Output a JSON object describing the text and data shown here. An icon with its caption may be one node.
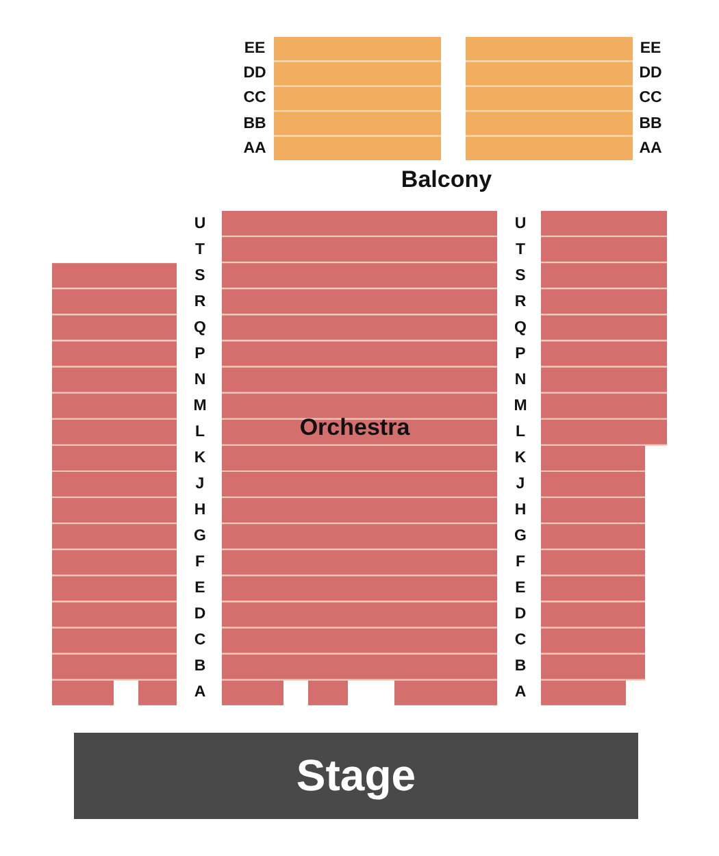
{
  "diagram": {
    "nodes": [
      {
        "text": [
          "Stage"
        ]
      }
    ],
    "edges": [],
    "labels": [
      "EE",
      "EE",
      "DD",
      "DD",
      "CC",
      "CC",
      "BB",
      "BB",
      "AA",
      "AA",
      "Balcony",
      "U",
      "U",
      "T",
      "T",
      "S",
      "S",
      "R",
      "R",
      "Q",
      "Q",
      "P",
      "P",
      "N",
      "N",
      "M",
      "M",
      "Orchestra",
      "L",
      "L",
      "K",
      "K",
      "J",
      "J",
      "H",
      "H",
      "G",
      "G",
      "F",
      "F",
      "E",
      "E",
      "D",
      "D",
      "C",
      "C",
      "B",
      "B",
      "A",
      "A"
    ]
  }
}
